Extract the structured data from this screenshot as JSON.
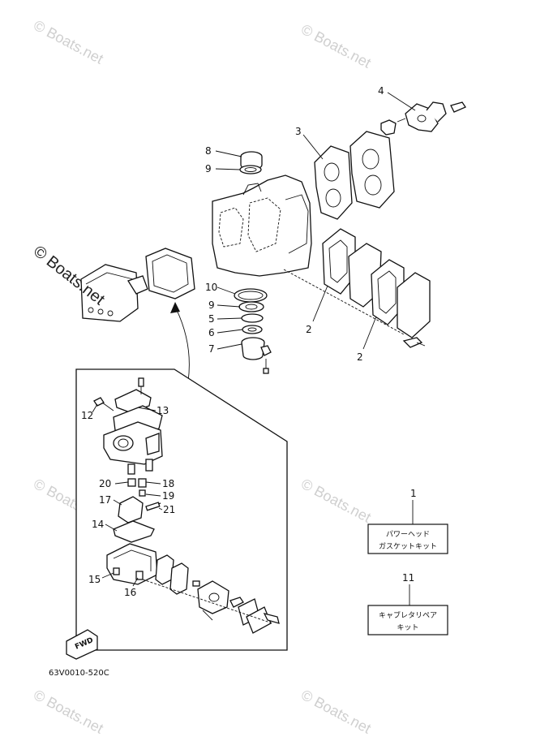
{
  "watermarks": {
    "main": "© Boats.net",
    "faint": "© Boats.net"
  },
  "callouts": {
    "c1": "1",
    "c2a": "2",
    "c2b": "2",
    "c3": "3",
    "c4": "4",
    "c5": "5",
    "c6": "6",
    "c7": "7",
    "c8": "8",
    "c9a": "9",
    "c9b": "9",
    "c10": "10",
    "c11": "11",
    "c12": "12",
    "c13": "13",
    "c14": "14",
    "c15": "15",
    "c16": "16",
    "c17": "17",
    "c18": "18",
    "c19": "19",
    "c20": "20",
    "c21": "21"
  },
  "kits": {
    "power_head": {
      "line1": "パワーヘッド",
      "line2": "ガスケットキット"
    },
    "carb_repair": {
      "line1": "キャブレタリペア",
      "line2": "キット"
    }
  },
  "fwd_label": "FWD",
  "diagram_code": "63V0010-520C"
}
